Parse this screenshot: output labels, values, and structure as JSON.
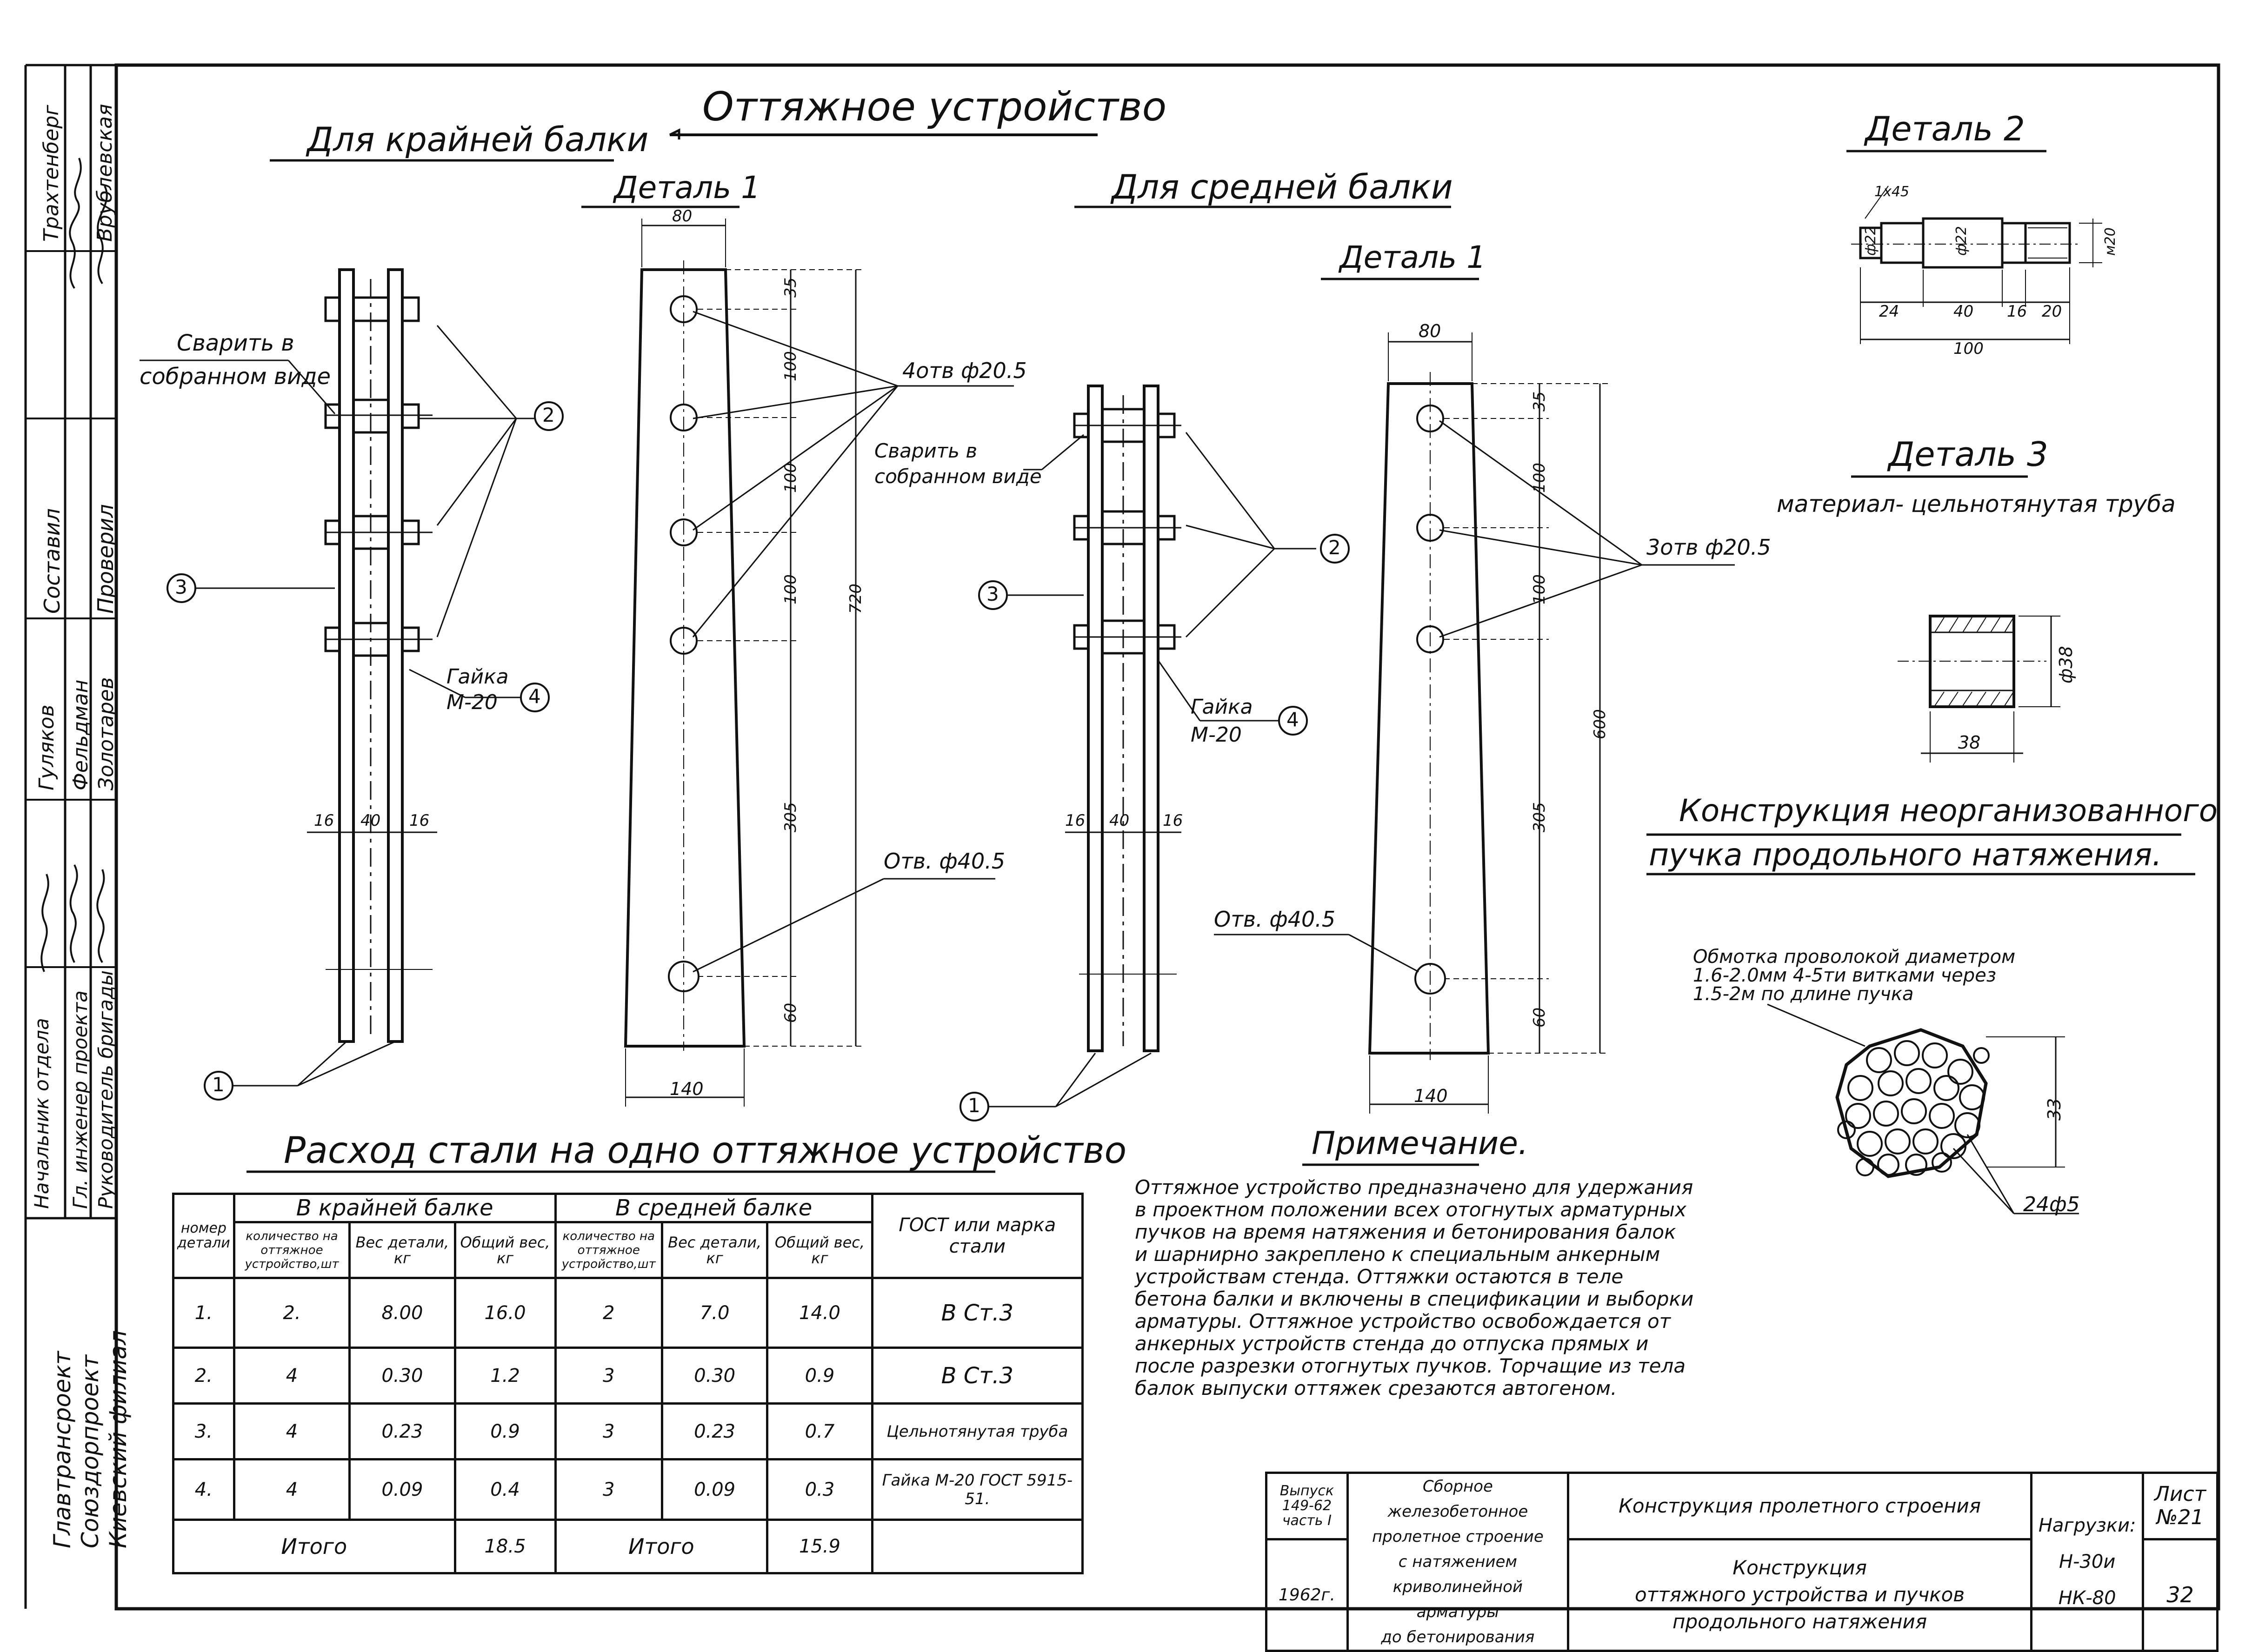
{
  "drawing": {
    "main_title": "Оттяжное устройство",
    "left_heading": "Для крайней балки",
    "right_heading": "Для средней балки",
    "detail1_left": "Деталь 1",
    "detail1_right": "Деталь 1",
    "detail2": "Деталь 2",
    "detail3": "Деталь 3",
    "detail3_material": "материал- цельнотянутая труба",
    "weld_note_left": [
      "Сварить в",
      "собранном виде"
    ],
    "weld_note_right": [
      "Сварить в",
      "собранном виде"
    ],
    "nut_left": [
      "Гайка",
      "М-20"
    ],
    "nut_right": [
      "Гайка",
      "М-20"
    ],
    "holes_left": "4отв ф20.5",
    "holes_right": "3отв ф20.5",
    "hole_big_left": "Отв. ф40.5",
    "hole_big_right": "Отв. ф40.5",
    "callouts": [
      "1",
      "2",
      "3",
      "4"
    ],
    "dims_left_plate": {
      "top": "80",
      "bottom": "140",
      "d1": "35",
      "d2": "100",
      "d3": "100",
      "d4": "100",
      "d5": "305",
      "d6": "60",
      "total": "720"
    },
    "dims_right_plate": {
      "top": "80",
      "bottom": "140",
      "d1": "35",
      "d2": "100",
      "d3": "100",
      "d4": "305",
      "d5": "60",
      "total": "600"
    },
    "dims_assembly": {
      "a": "16",
      "b": "40",
      "c": "16"
    },
    "detail2_dims": {
      "chamfer": "1x45",
      "d1": "ф22",
      "d2": "ф22",
      "d3": "м20",
      "l1": "24",
      "l2": "40",
      "l3": "16",
      "l4": "20",
      "total": "100"
    },
    "detail3_dims": {
      "dia": "ф38",
      "len": "38"
    },
    "bundle_title": [
      "Конструкция неорганизованного",
      "пучка продольного натяжения."
    ],
    "bundle_wrap_note": [
      "Обмотка проволокой диаметром",
      "1.6-2.0мм 4-5ти витками через",
      "1.5-2м по длине пучка"
    ],
    "bundle_dim": "33",
    "bundle_wires": "24ф5"
  },
  "note": {
    "title": "Примечание.",
    "lines": [
      "Оттяжное устройство предназначено для удержания",
      "в проектном положении всех отогнутых арматурных",
      "пучков на время натяжения и бетонирования балок",
      "и шарнирно закреплено к специальным анкерным",
      "устройствам стенда. Оттяжки остаются в теле",
      "бетона балки и включены в спецификации и выборки",
      "арматуры. Оттяжное устройство освобождается от",
      "анкерных устройств стенда до отпуска прямых и",
      "после разрезки отогнутых пучков. Торчащие из тела",
      "балок выпуски оттяжек срезаются автогеном."
    ]
  },
  "steel_table": {
    "title": "Расход стали на одно оттяжное устройство",
    "group_left": "В крайней балке",
    "group_right": "В средней балке",
    "col_part": "номер детали",
    "col_qty": "количество на оттяжное устройство,шт",
    "col_unit": "Вес детали, кг",
    "col_total": "Общий вес, кг",
    "col_gost": "ГОСТ или марка стали",
    "rows": [
      {
        "n": "1.",
        "q1": "2.",
        "w1": "8.00",
        "t1": "16.0",
        "q2": "2",
        "w2": "7.0",
        "t2": "14.0",
        "g": "В Ст.3"
      },
      {
        "n": "2.",
        "q1": "4",
        "w1": "0.30",
        "t1": "1.2",
        "q2": "3",
        "w2": "0.30",
        "t2": "0.9",
        "g": "В Ст.3"
      },
      {
        "n": "3.",
        "q1": "4",
        "w1": "0.23",
        "t1": "0.9",
        "q2": "3",
        "w2": "0.23",
        "t2": "0.7",
        "g": "Цельнотянутая труба"
      },
      {
        "n": "4.",
        "q1": "4",
        "w1": "0.09",
        "t1": "0.4",
        "q2": "3",
        "w2": "0.09",
        "t2": "0.3",
        "g": "Гайка М-20 ГОСТ 5915-51."
      }
    ],
    "total_label_left": "Итого",
    "total_left": "18.5",
    "total_label_right": "Итого",
    "total_right": "15.9"
  },
  "stamp": {
    "issue": [
      "Выпуск",
      "149-62",
      "часть I"
    ],
    "year": "1962г.",
    "series": [
      "Сборное железобетонное",
      "пролетное строение",
      "с натяжением",
      "криволинейной арматуры",
      "до бетонирования"
    ],
    "subject": "Конструкция пролетного строения",
    "sheet_title": [
      "Конструкция",
      "оттяжного устройства и пучков",
      "продольного натяжения"
    ],
    "loads_label": "Нагрузки:",
    "loads": [
      "Н-30и",
      "НК-80"
    ],
    "sheet_label": "Лист",
    "sheet_no": "№21",
    "page": "32"
  },
  "side": {
    "org": [
      "Главтрансроект",
      "Союздорпроект",
      "Киевский филиал"
    ],
    "roles": [
      "Начальник отдела",
      "Гл. инженер проекта",
      "Руководитель бригады",
      "Составил",
      "Проверил"
    ],
    "names": [
      "Гуляков",
      "Фельдман",
      "Золотарев",
      "Трахтенберг",
      "Врублевская"
    ]
  }
}
